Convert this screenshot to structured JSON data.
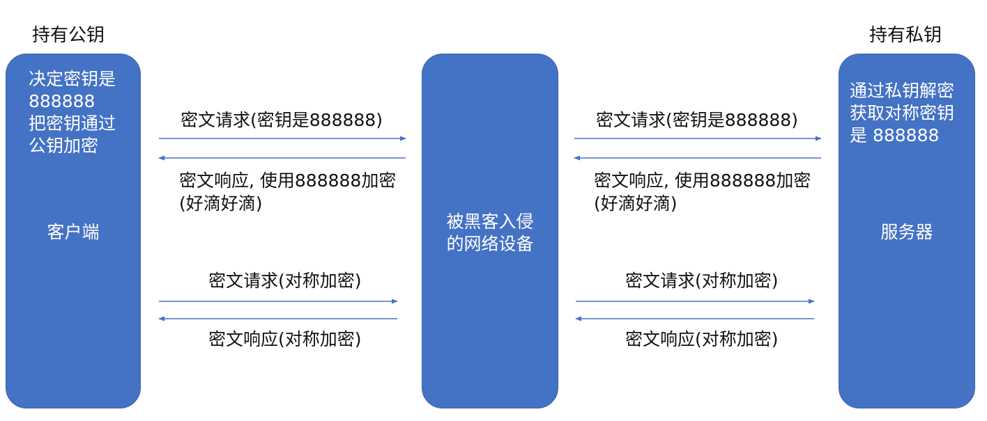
{
  "client": {
    "top_label": "持有公钥",
    "note": "决定密钥是\n888888\n把密钥通过\n公钥加密",
    "name": "客户端"
  },
  "middle": {
    "name": "被黑客入侵\n的网络设备"
  },
  "server": {
    "top_label": "持有私钥",
    "note": "通过私钥解密\n获取对称密钥\n是 888888",
    "name": "服务器"
  },
  "messages": {
    "left_request_1": "密文请求(密钥是888888)",
    "left_response_1": "密文响应, 使用888888加密\n(好滴好滴)",
    "left_request_2": "密文请求(对称加密)",
    "left_response_2": "密文响应(对称加密)",
    "right_request_1": "密文请求(密钥是888888)",
    "right_response_1": "密文响应, 使用888888加密\n(好滴好滴)",
    "right_request_2": "密文请求(对称加密)",
    "right_response_2": "密文响应(对称加密)"
  },
  "colors": {
    "box_fill": "#4472c4",
    "arrow": "#4472c4",
    "box_text": "#ffffff"
  }
}
